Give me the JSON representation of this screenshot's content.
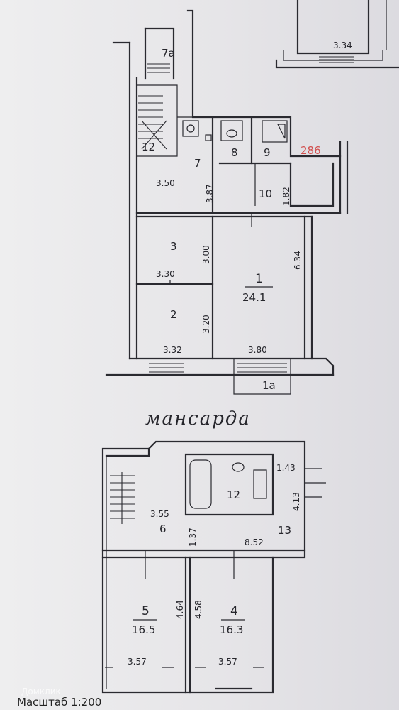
{
  "plan": {
    "ground_floor": {
      "room_numbers": [
        "1",
        "2",
        "3",
        "7",
        "8",
        "9",
        "10",
        "12",
        "7a",
        "1a"
      ],
      "area": "24.1",
      "dimensions": [
        "3.34",
        "3.50",
        "3.87",
        "1.82",
        "3.00",
        "3.30",
        "3.20",
        "3.32",
        "3.80",
        "6.34"
      ],
      "pencil_note": "286"
    },
    "attic": {
      "title": "мансарда",
      "room_numbers": [
        "4",
        "5",
        "6",
        "12",
        "13"
      ],
      "areas": [
        "16.5",
        "16.3"
      ],
      "dimensions": [
        "3.55",
        "1.37",
        "8.52",
        "1.43",
        "4.13",
        "4.64",
        "4.58",
        "3.57",
        "3.57"
      ]
    },
    "scale_label": "Масштаб 1:200",
    "watermark": "Домклик"
  }
}
